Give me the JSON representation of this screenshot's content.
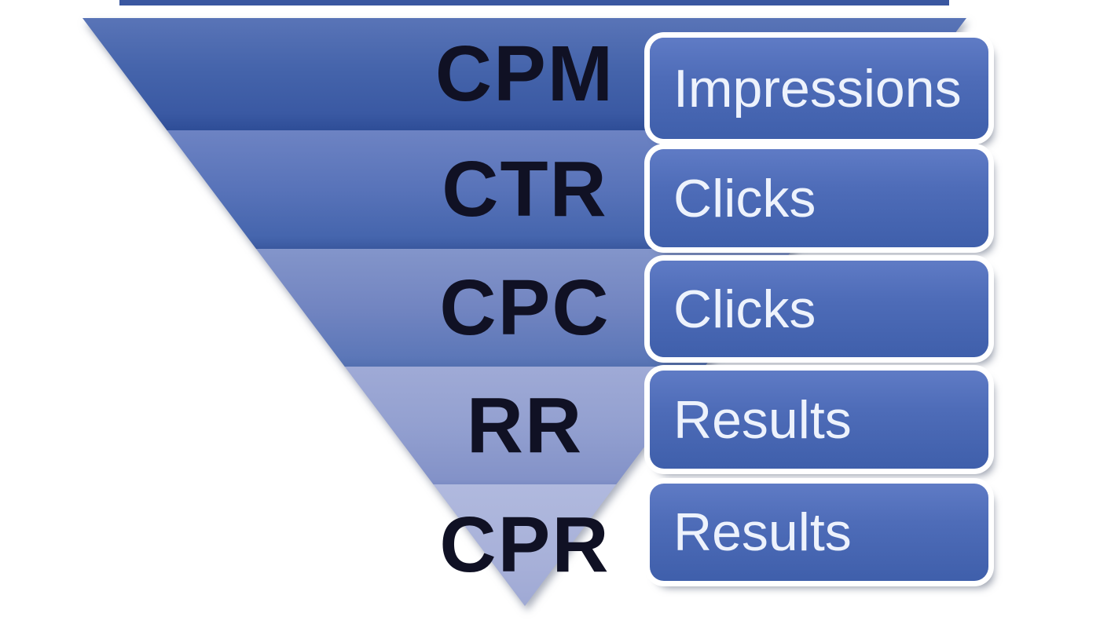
{
  "diagram": {
    "type": "funnel",
    "orientation": "inverted-pyramid",
    "levels": [
      {
        "metric": "CPM",
        "measure": "Impressions"
      },
      {
        "metric": "CTR",
        "measure": "Clicks"
      },
      {
        "metric": "CPC",
        "measure": "Clicks"
      },
      {
        "metric": "RR",
        "measure": "Results"
      },
      {
        "metric": "CPR",
        "measure": "Results"
      }
    ],
    "colors": {
      "background": "#ffffff",
      "band_1_top": "#5974b7",
      "band_1_bottom": "#2e4d97",
      "band_2_top": "#6d83c3",
      "band_2_bottom": "#3a589f",
      "band_3_top": "#8395ca",
      "band_3_bottom": "#5370b0",
      "band_4_top": "#9faad6",
      "band_4_bottom": "#7b8bc4",
      "band_5_top": "#b0b9de",
      "band_5_bottom": "#9fa9d4",
      "box_top": "#5f7bc5",
      "box_bottom": "#3f5fab",
      "metric_text": "#101124",
      "box_text": "#edf2fc"
    }
  }
}
